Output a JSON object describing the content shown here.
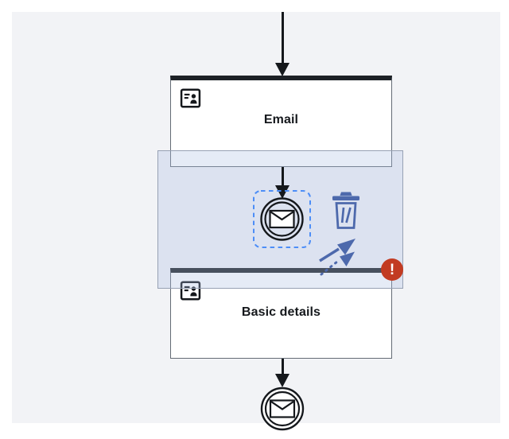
{
  "app": {
    "view": "workflow-diagram-canvas"
  },
  "colors": {
    "canvas_bg": "#f2f3f6",
    "page_bg": "#ffffff",
    "node_stroke": "#15181c",
    "task_top_border": "#1d2126",
    "context_icon_blue": "#4d69ac",
    "selection_marquee_blue": "#4d8ef7",
    "selection_overlay_fill": "rgba(168,188,226,0.30)",
    "error_red": "#c23b22",
    "label_text": "#15181c"
  },
  "diagram": {
    "nodes": [
      {
        "id": "email-form",
        "label": "Email",
        "type": "form-task",
        "icon": "id-card-icon"
      },
      {
        "id": "basic-details-form",
        "label": "Basic details",
        "type": "form-task",
        "icon": "id-card-icon",
        "has_error": true
      }
    ],
    "events": [
      {
        "id": "message-event-selected",
        "type": "message-event",
        "selected": true
      },
      {
        "id": "message-event-end",
        "type": "message-event",
        "selected": false
      }
    ],
    "error_badge": {
      "symbol": "!"
    },
    "context_actions": [
      {
        "id": "delete",
        "icon": "trash-icon"
      },
      {
        "id": "reconnect",
        "icon": "redirect-arrows-icon"
      }
    ],
    "connectors": [
      {
        "from": "top",
        "to": "email-form"
      },
      {
        "from": "email-form",
        "to": "message-event-selected"
      },
      {
        "from": "basic-details-form",
        "to": "message-event-end"
      }
    ]
  }
}
